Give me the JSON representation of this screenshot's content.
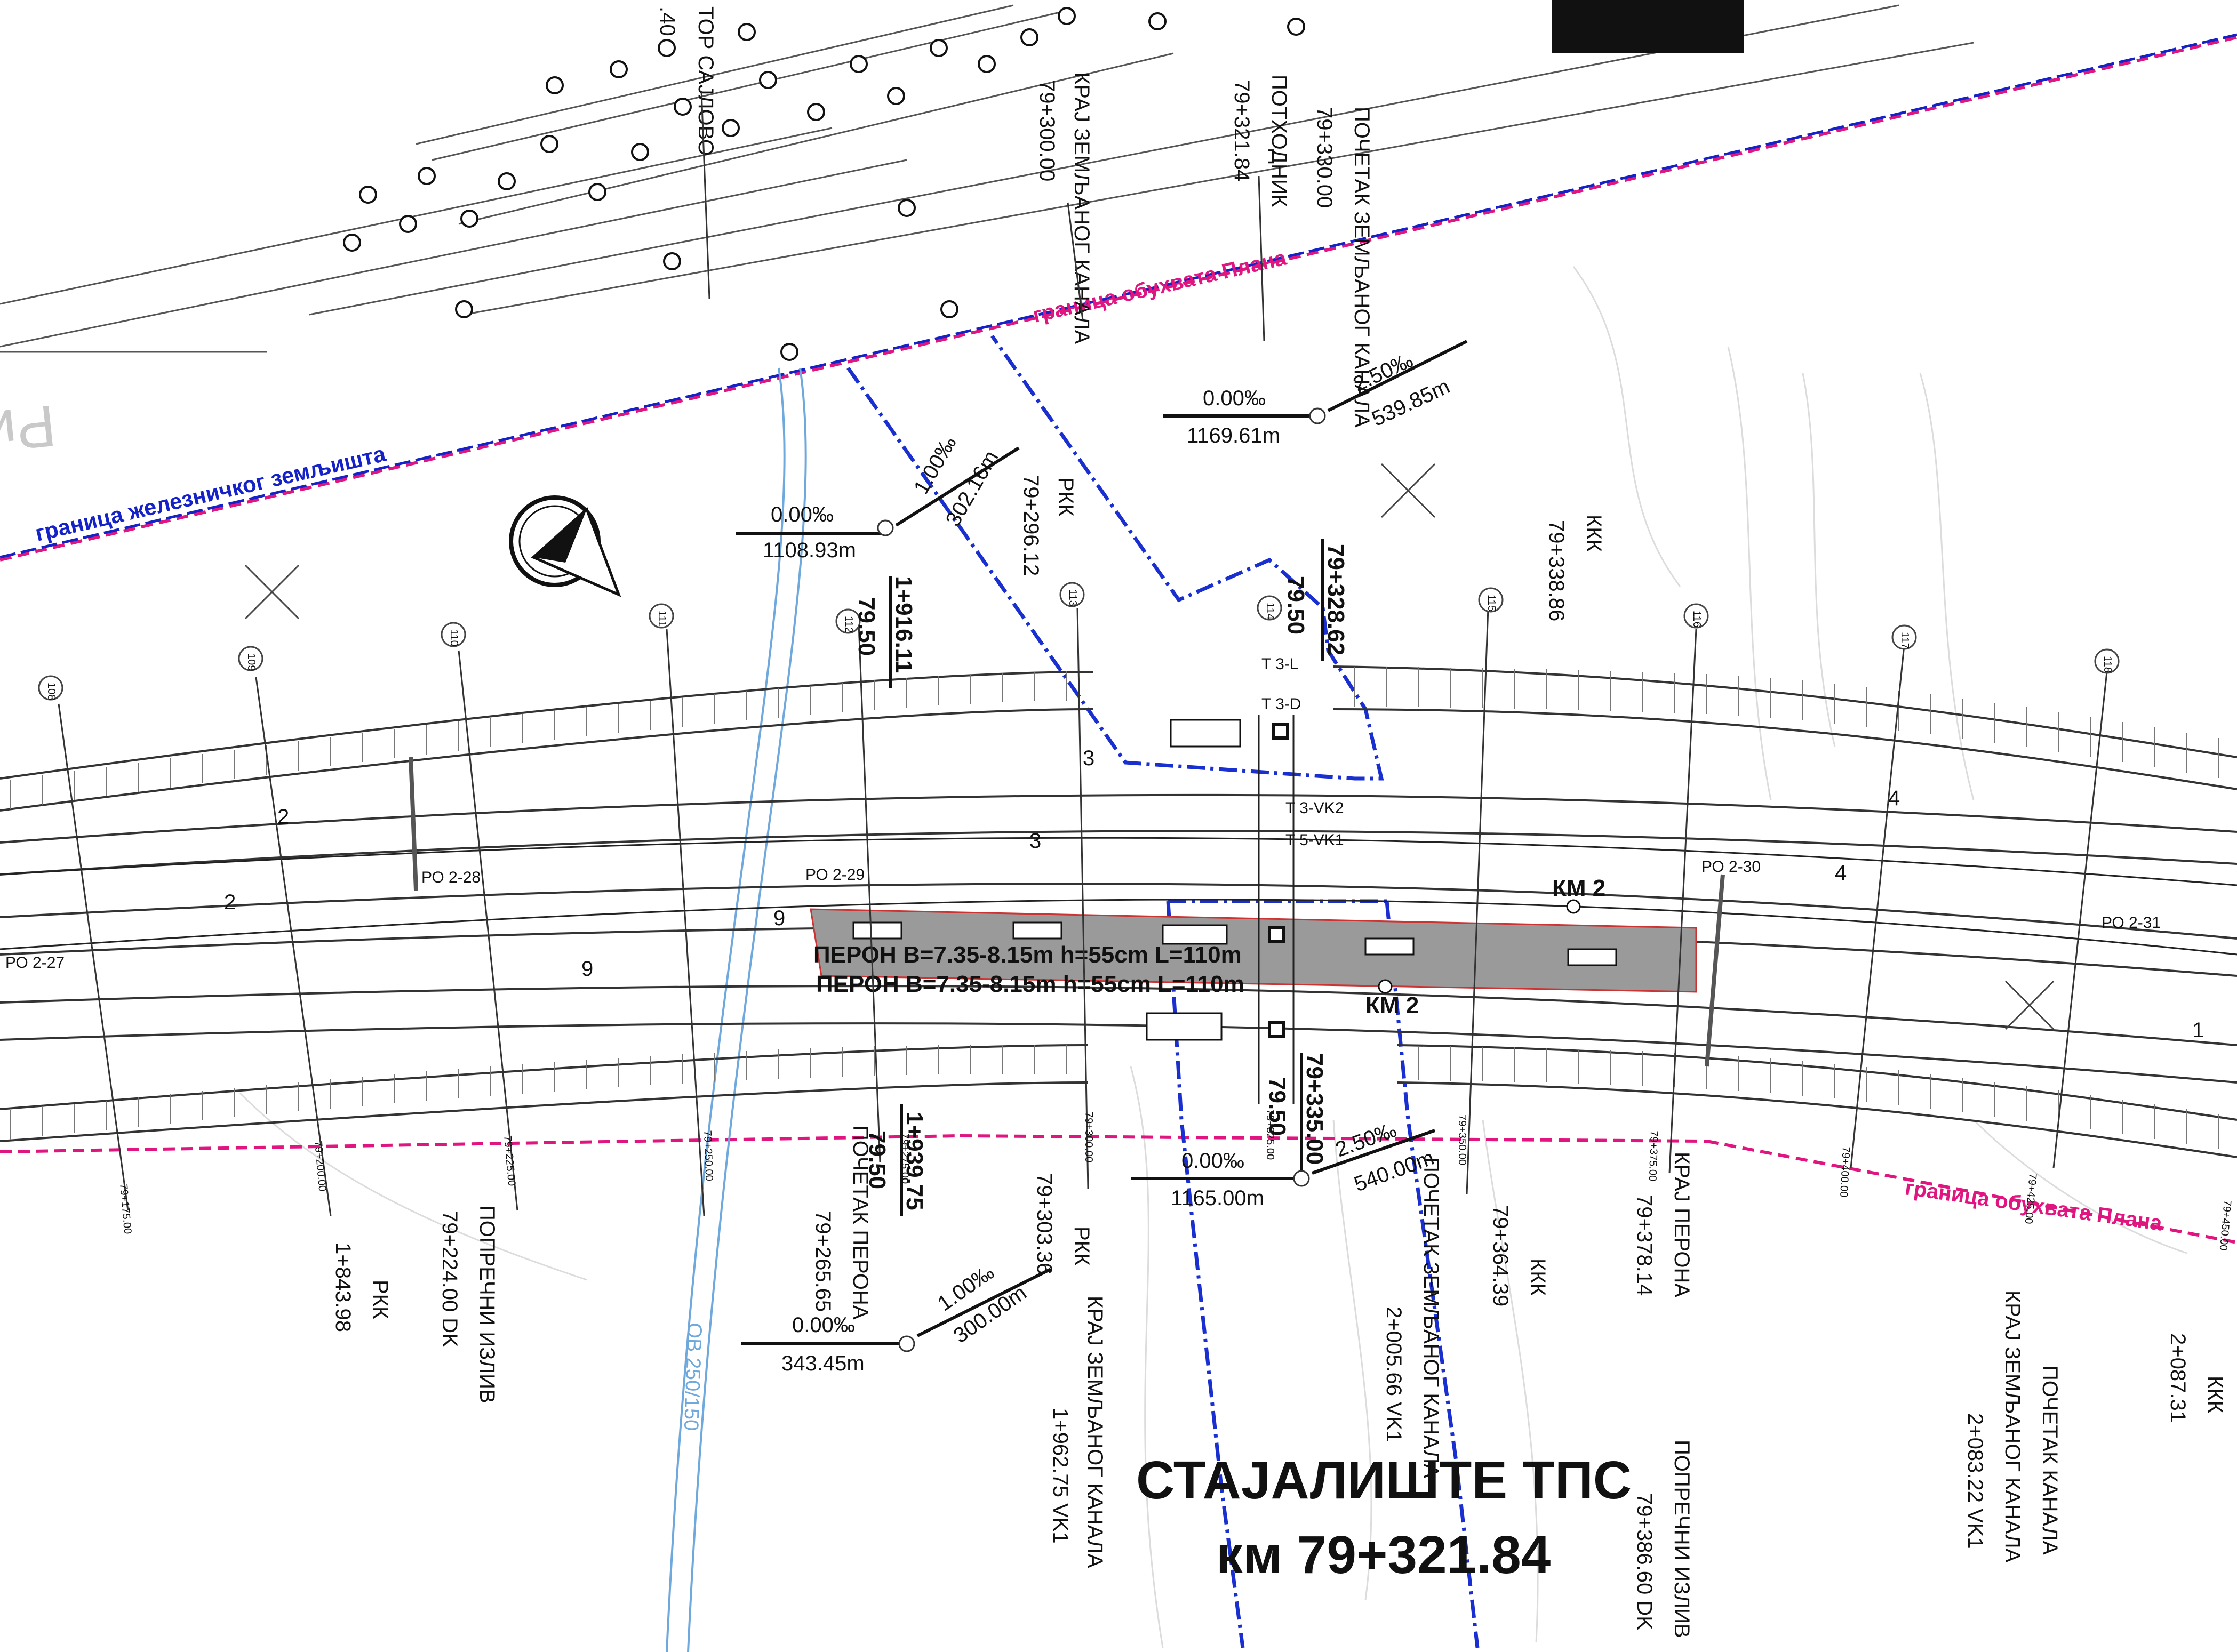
{
  "title": {
    "line1": "СТАЈАЛИШТЕ ТПС",
    "line2": "км 79+321.84"
  },
  "boundaries": {
    "plan_top": "граница обухвата Плана",
    "plan_bottom": "граница обухвата Плана",
    "rail_land": "граница железничког земљишта"
  },
  "platform": {
    "inner_label": "ПЕРОН  B=7.35-8.15m  h=55cm  L=110m",
    "outer_label": "ПЕРОН     B=7.35-8.15m   h=55cm   L=110m"
  },
  "top_labels": {
    "kraj_kanala": "КРАЈ ЗЕМЉАНОГ КАНАЛА",
    "kraj_kanala_km": "79+300.00",
    "podhodnik": "ПОТХОДНИК",
    "podhodnik_km": "79+321.84",
    "pocetak_kanala": "ПОЧЕТАК ЗЕМЉАНОГ КАНАЛА",
    "pocetak_kanala_km": "79+330.00",
    "road_name": "ТОР САЈЛОВО",
    "road_num": ".40",
    "street": "Римски"
  },
  "profile_top": [
    {
      "id": "g1",
      "slope": "0.00‰",
      "length": "1108.93m"
    },
    {
      "id": "g2",
      "slope": "1.00‰",
      "length": "302.16m"
    },
    {
      "id": "g3",
      "slope": "0.00‰",
      "length": "1169.61m"
    },
    {
      "id": "g4",
      "slope": "2.50‰",
      "length": "539.85m"
    }
  ],
  "profile_bottom": [
    {
      "id": "g5",
      "slope": "0.00‰",
      "length": "343.45m"
    },
    {
      "id": "g6",
      "slope": "1.00‰",
      "length": "300.00m"
    },
    {
      "id": "g7",
      "slope": "0.00‰",
      "length": "1165.00m"
    },
    {
      "id": "g8",
      "slope": "2.50‰",
      "length": "540.00m"
    }
  ],
  "verticals": {
    "v1_km": "1+916.11",
    "v1_h": "79.50",
    "v2_km": "79+328.62",
    "v2_h": "79.50",
    "v3_km": "1+939.75",
    "v3_h": "79.50",
    "v4_km": "79+335.00",
    "v4_h": "79.50"
  },
  "right_top": {
    "rkk": "РКК",
    "rkk_km": "79+296.12",
    "kkk": "ККК",
    "kkk_km": "79+338.86"
  },
  "bottom_labels": [
    {
      "a": "РКК",
      "b": "1+843.98"
    },
    {
      "a": "ПОПРЕЧНИ ИЗЛИВ",
      "b": "79+224.00 DK"
    },
    {
      "a": "ПОЧЕТАК ПЕРОНА",
      "b": "79+265.65"
    },
    {
      "a": "РКК",
      "b": "79+303.36"
    },
    {
      "a": "КРАЈ ЗЕМЉАНОГ КАНАЛА",
      "b": "1+962.75 VK1"
    },
    {
      "a": "ПОЧЕТАК ЗЕМЉАНОГ КАНАЛА",
      "b": "2+005.66 VK1"
    },
    {
      "a": "ККК",
      "b": "79+364.39"
    },
    {
      "a": "КРАЈ ПЕРОНА",
      "b": "79+378.14"
    },
    {
      "a": "ПОПРЕЧНИ ИЗЛИВ",
      "b": "79+386.60 DK"
    },
    {
      "a": "ПОЧЕТАК КАНАЛА",
      "b": "КРАЈ ЗЕМЉАНОГ КАНАЛА"
    },
    {
      "a": "2+083.22 VK1",
      "b": ""
    },
    {
      "a": "ККК",
      "b": "2+087.31"
    }
  ],
  "track_labels": {
    "t2a": "2",
    "t2b": "2",
    "t3a": "3",
    "t3b": "3",
    "t9a": "9",
    "t9b": "9",
    "t4a": "4",
    "t4b": "4",
    "t1": "1"
  },
  "km_markers": {
    "km_top": "КМ 2",
    "km_bottom": "КМ 2"
  },
  "po_labels": [
    "РО 2-27",
    "РО 2-28",
    "РО 2-29",
    "РО 2-30",
    "РО 2-31"
  ],
  "switch_labels": [
    "T 3-L",
    "T 3-D",
    "T 3-VK2",
    "T 5-VK1"
  ],
  "profile_numbers": [
    "108",
    "109",
    "110",
    "111",
    "112",
    "113",
    "114",
    "115",
    "116",
    "117",
    "118"
  ],
  "chainage": [
    "79+175.00",
    "79+200.00",
    "79+225.00",
    "79+250.00",
    "79+275.00",
    "79+300.00",
    "79+325.00",
    "79+350.00",
    "79+375.00",
    "79+400.00",
    "79+425.00",
    "79+450.00"
  ],
  "ov_label": "OB 250/150",
  "colors": {
    "plan_boundary": "#e0157f",
    "rail_boundary": "#1522c8",
    "drain": "#1a2fd0",
    "water": "#6fa8dc",
    "platform": "#9a9a9a"
  }
}
